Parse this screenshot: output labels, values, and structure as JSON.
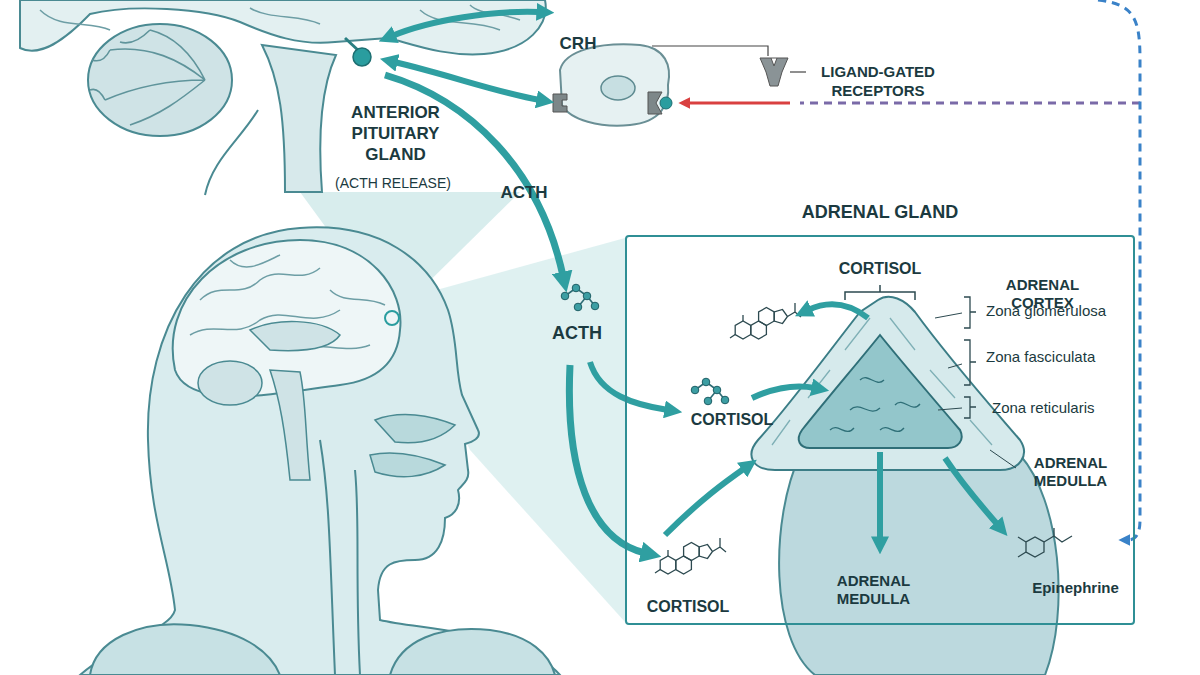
{
  "diagram": {
    "nodes": [
      {
        "text": [
          "ADRENAL GLAND"
        ]
      }
    ],
    "labels": [
      "CRH",
      "LIGAND-GATED RECEPTORS",
      "ANTERIOR PITUITARY GLAND",
      "(ACTH RELEASE)",
      "ACTH",
      "CORTISOL",
      "ADRENAL CORTEX",
      "Zona glomerulosa",
      "ACTH",
      "Zona fasciculata",
      "Zona reticularis",
      "CORTISOL",
      "ADRENAL MEDULLA",
      "ADRENAL MEDULLA",
      "Epinephrine",
      "CORTISOL"
    ]
  }
}
